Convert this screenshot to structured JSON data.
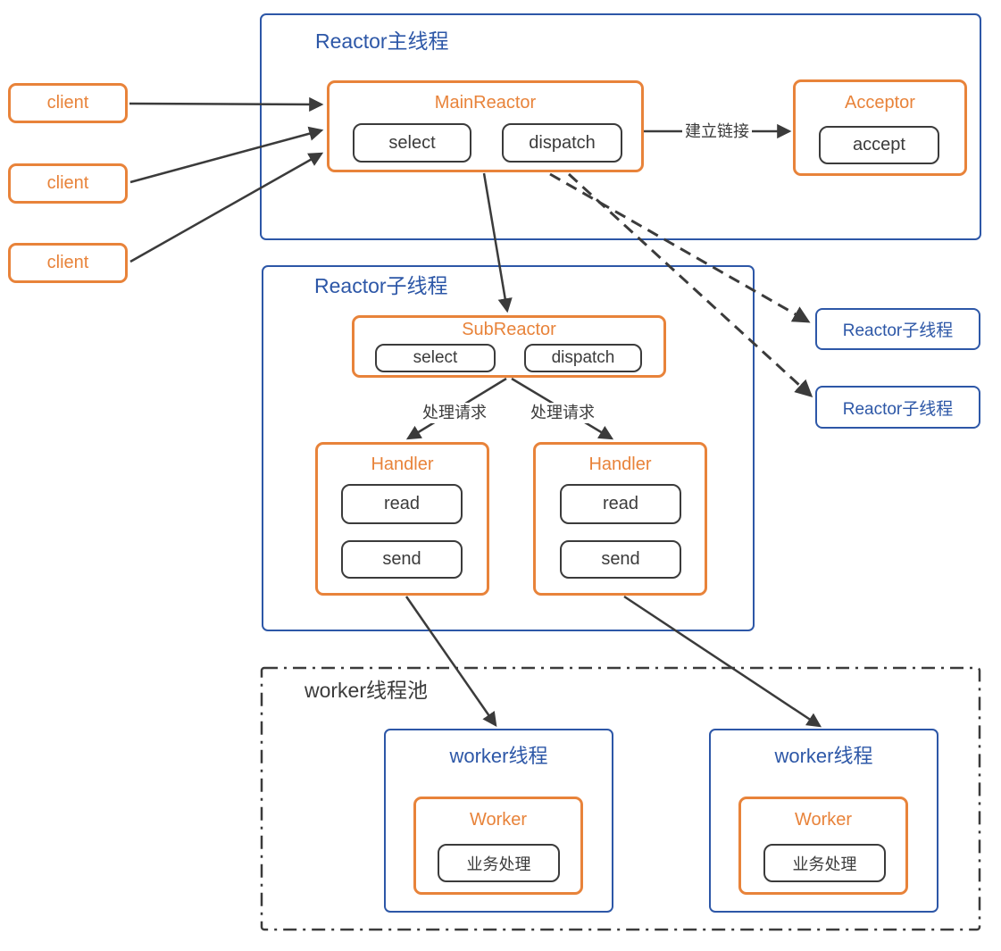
{
  "diagram": {
    "clients": [
      "client",
      "client",
      "client"
    ],
    "main_thread": {
      "title": "Reactor主线程",
      "main_reactor": {
        "title": "MainReactor",
        "select": "select",
        "dispatch": "dispatch"
      },
      "acceptor": {
        "title": "Acceptor",
        "accept": "accept"
      },
      "connect_label": "建立链接"
    },
    "sub_thread": {
      "title": "Reactor子线程",
      "sub_reactor": {
        "title": "SubReactor",
        "select": "select",
        "dispatch": "dispatch"
      },
      "request_labels": [
        "处理请求",
        "处理请求"
      ],
      "handlers": [
        {
          "title": "Handler",
          "read": "read",
          "send": "send"
        },
        {
          "title": "Handler",
          "read": "read",
          "send": "send"
        }
      ]
    },
    "sub_thread_refs": [
      "Reactor子线程",
      "Reactor子线程"
    ],
    "worker_pool": {
      "title": "worker线程池",
      "threads": [
        {
          "title": "worker线程",
          "worker": {
            "title": "Worker",
            "task": "业务处理"
          }
        },
        {
          "title": "worker线程",
          "worker": {
            "title": "Worker",
            "task": "业务处理"
          }
        }
      ]
    },
    "colors": {
      "orange": "#E8833A",
      "blue": "#2D57A7",
      "dark": "#3B3B3B"
    }
  }
}
